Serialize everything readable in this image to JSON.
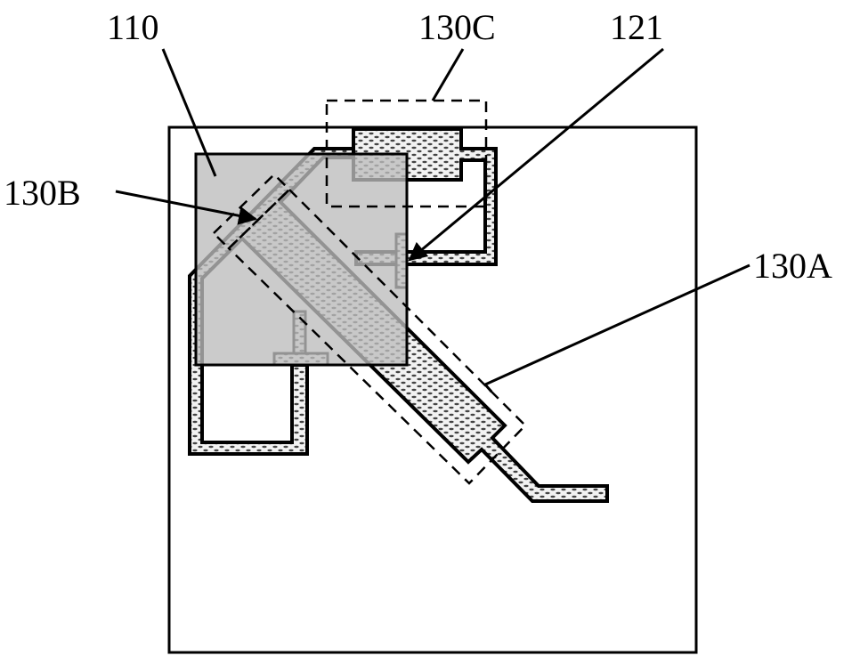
{
  "labels": {
    "substrate": "110",
    "region_c": "130C",
    "feed_stub": "121",
    "region_b": "130B",
    "region_a": "130A"
  }
}
